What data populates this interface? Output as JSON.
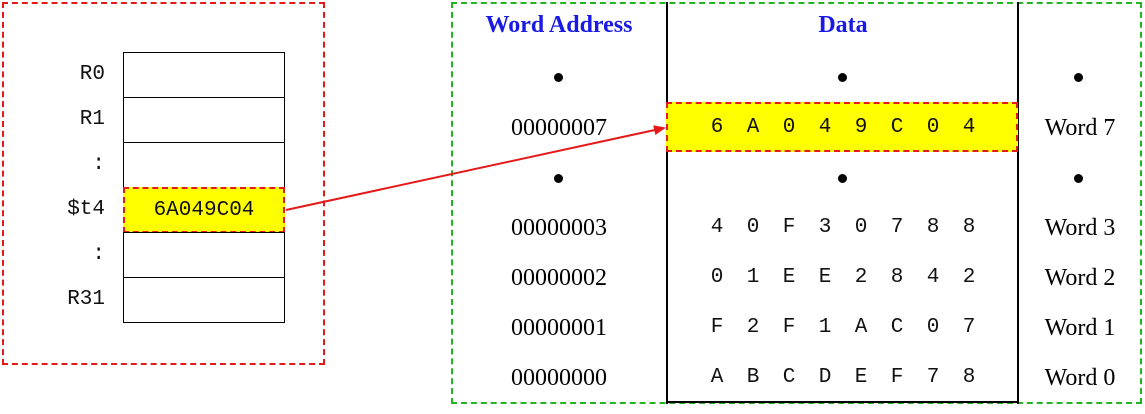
{
  "registers": {
    "rows": [
      {
        "label": "R0",
        "value": ""
      },
      {
        "label": "R1",
        "value": ""
      },
      {
        "label": ":",
        "value": ""
      },
      {
        "label": "$t4",
        "value": "6A049C04",
        "highlight": true
      },
      {
        "label": ":",
        "value": ""
      },
      {
        "label": "R31",
        "value": ""
      }
    ]
  },
  "memory": {
    "headers": {
      "address": "Word Address",
      "data": "Data"
    },
    "highlight_row": {
      "address": "00000007",
      "data": [
        "6",
        "A",
        "0",
        "4",
        "9",
        "C",
        "0",
        "4"
      ],
      "word": "Word 7"
    },
    "rows": [
      {
        "address": "00000003",
        "data": [
          "4",
          "0",
          "F",
          "3",
          "0",
          "7",
          "8",
          "8"
        ],
        "word": "Word 3"
      },
      {
        "address": "00000002",
        "data": [
          "0",
          "1",
          "E",
          "E",
          "2",
          "8",
          "4",
          "2"
        ],
        "word": "Word 2"
      },
      {
        "address": "00000001",
        "data": [
          "F",
          "2",
          "F",
          "1",
          "A",
          "C",
          "0",
          "7"
        ],
        "word": "Word 1"
      },
      {
        "address": "00000000",
        "data": [
          "A",
          "B",
          "C",
          "D",
          "E",
          "F",
          "7",
          "8"
        ],
        "word": "Word 0"
      }
    ]
  },
  "colors": {
    "register_frame": "#e41a1a",
    "memory_frame": "#22b422",
    "highlight": "#ffff00",
    "header": "#1a1ae6",
    "arrow": "#e41a1a"
  }
}
